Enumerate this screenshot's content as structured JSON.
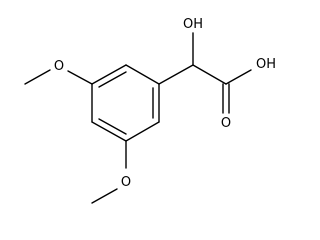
{
  "molecule": {
    "atoms": {
      "hydroxyl": "OH",
      "carboxyl_hydroxyl": "OH",
      "carbonyl_oxygen": "O",
      "methoxy_top_oxygen": "O",
      "methoxy_bottom_oxygen": "O"
    }
  },
  "colors": {
    "background": "#ffffff",
    "ink": "#000000"
  }
}
